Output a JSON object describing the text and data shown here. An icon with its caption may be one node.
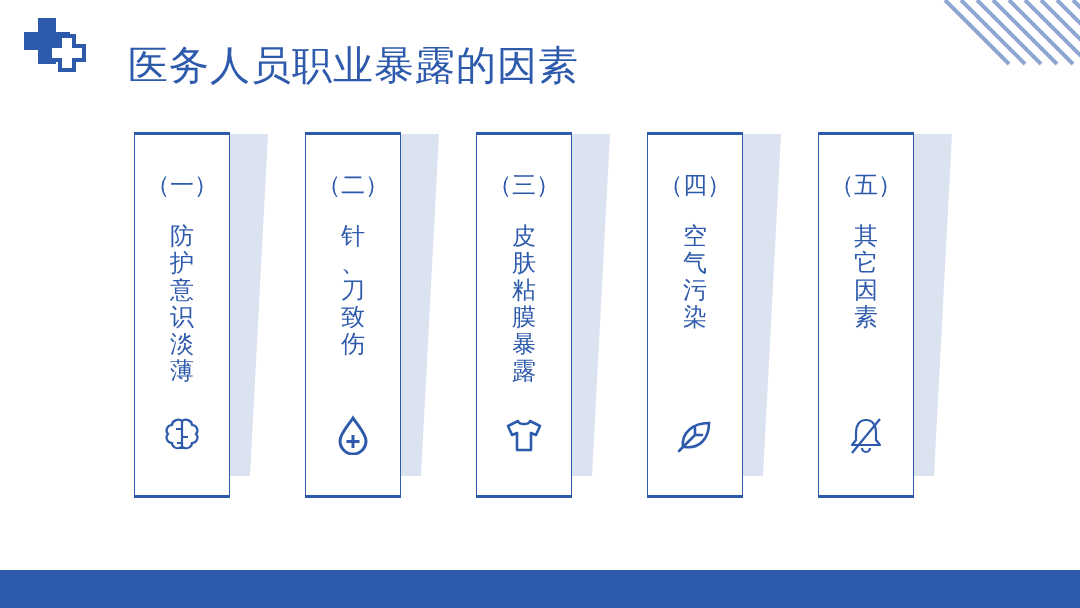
{
  "diagram": {
    "title": "医务人员职业暴露的因素",
    "nodes": [
      {
        "text": [
          "（一）",
          "防护意识淡薄"
        ]
      },
      {
        "text": [
          "（二）",
          "针、刀致伤"
        ]
      },
      {
        "text": [
          "（三）",
          "皮肤粘膜暴露"
        ]
      },
      {
        "text": [
          "（四）",
          "空气污染"
        ]
      },
      {
        "text": [
          "（五）",
          "其它因素"
        ]
      }
    ],
    "edges": []
  }
}
